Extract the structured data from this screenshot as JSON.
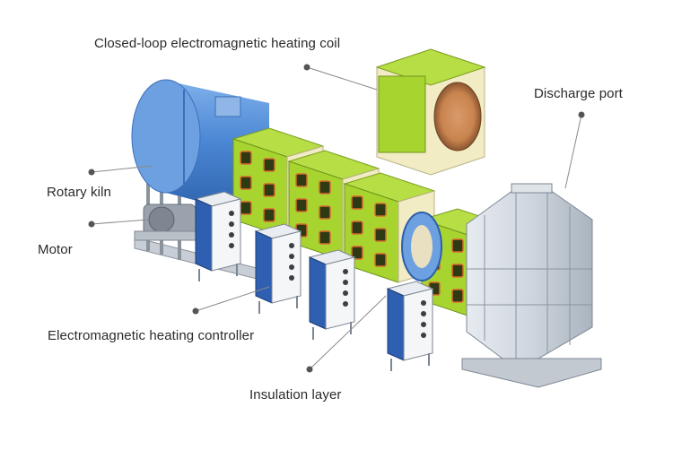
{
  "labels": {
    "coil": "Closed-loop electromagnetic heating coil",
    "discharge": "Discharge port",
    "kiln": "Rotary kiln",
    "motor": "Motor",
    "controller": "Electromagnetic heating controller",
    "insulation": "Insulation layer"
  },
  "colors": {
    "kiln_blue": "#4a86d4",
    "coil_green": "#a8d430",
    "insulation_cream": "#f2ecc4",
    "controller_blue": "#2f5fb0",
    "steel_grey": "#cfd6de",
    "leader_dot": "#555555"
  }
}
